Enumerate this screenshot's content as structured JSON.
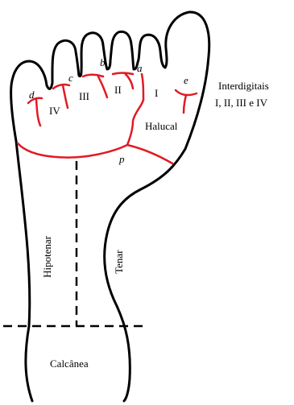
{
  "figure": {
    "outline_color": "#000000",
    "region_line_color": "#e01b24",
    "labels": {
      "interdigital_title": "Interdigitais",
      "interdigital_list": "I, II, III e IV",
      "halucal": "Halucal",
      "hipotenar": "Hipotenar",
      "tenar": "Tenar",
      "calcanea": "Calcânea",
      "roman": [
        "I",
        "II",
        "III",
        "IV"
      ],
      "letters": {
        "a": "a",
        "b": "b",
        "c": "c",
        "d": "d",
        "e": "e",
        "p": "p"
      }
    }
  }
}
